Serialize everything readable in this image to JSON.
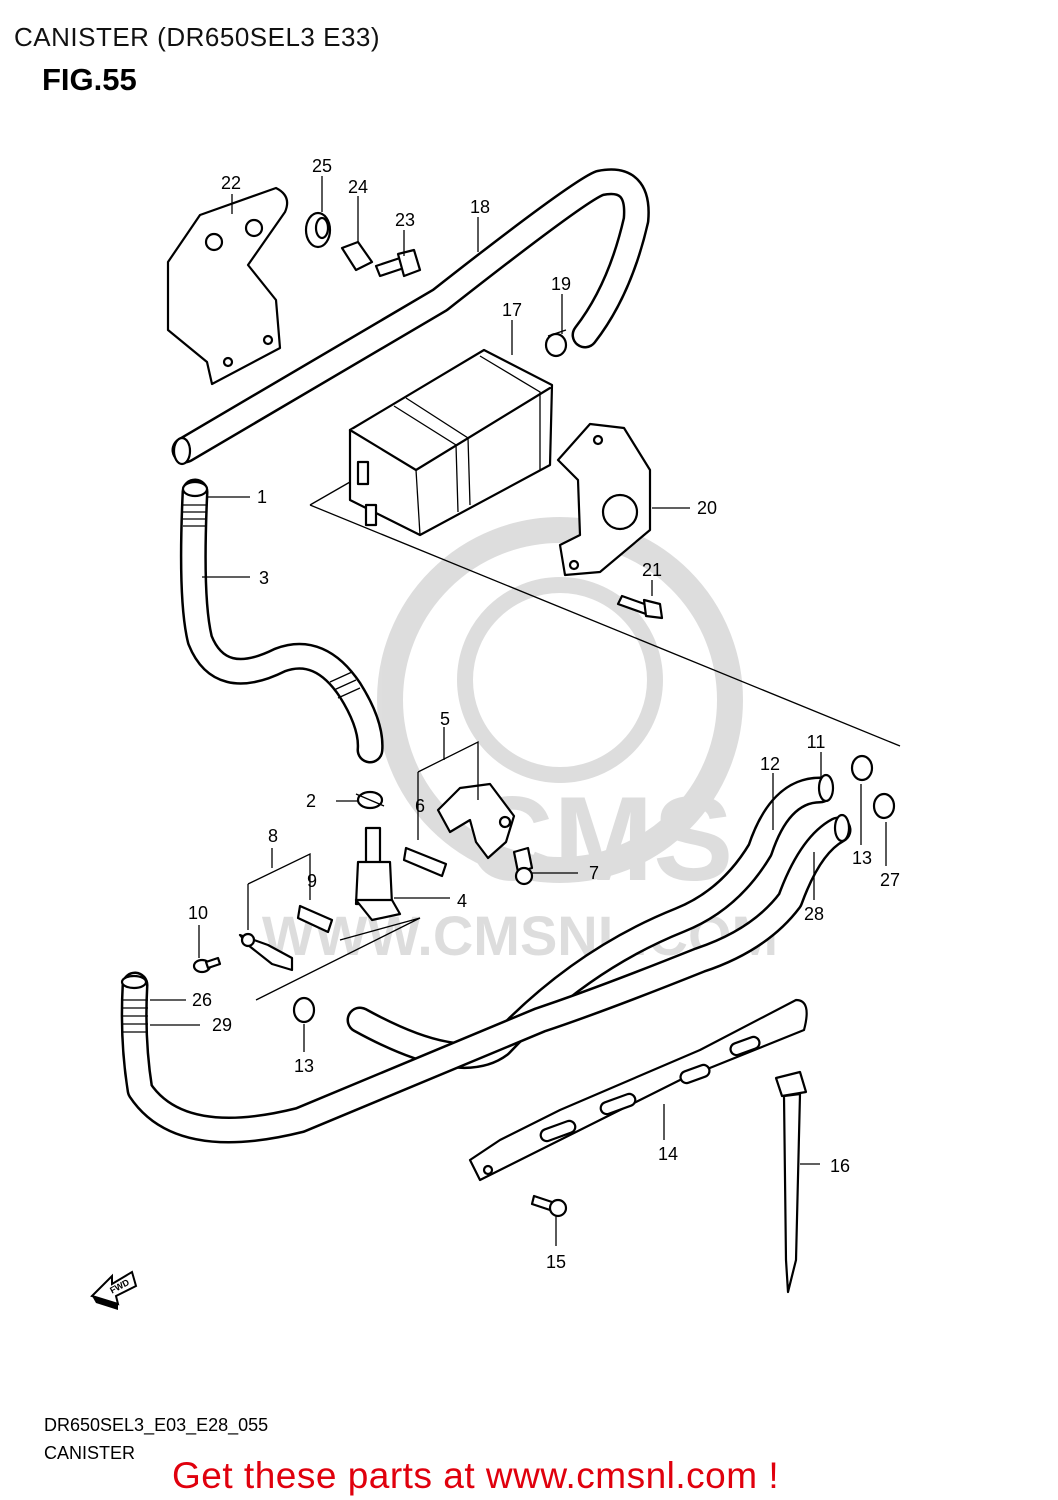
{
  "header": {
    "title": "CANISTER (DR650SEL3 E33)",
    "figure": "FIG.55"
  },
  "callouts": [
    "1",
    "2",
    "3",
    "4",
    "5",
    "6",
    "7",
    "8",
    "9",
    "10",
    "11",
    "12",
    "13",
    "13",
    "14",
    "15",
    "16",
    "17",
    "18",
    "19",
    "20",
    "21",
    "22",
    "23",
    "24",
    "25",
    "26",
    "27",
    "28",
    "29"
  ],
  "watermark": {
    "text": "WWW.CMSNL.COM",
    "logo_text": "CMS"
  },
  "footer": {
    "diagram_code": "DR650SEL3_E03_E28_055",
    "diagram_name": "CANISTER",
    "promo": "Get these parts at www.cmsnl.com !",
    "promo_color": "#e0000d"
  },
  "icons": {
    "direction_arrow": "fwd-arrow-icon",
    "direction_text": "FWD"
  }
}
